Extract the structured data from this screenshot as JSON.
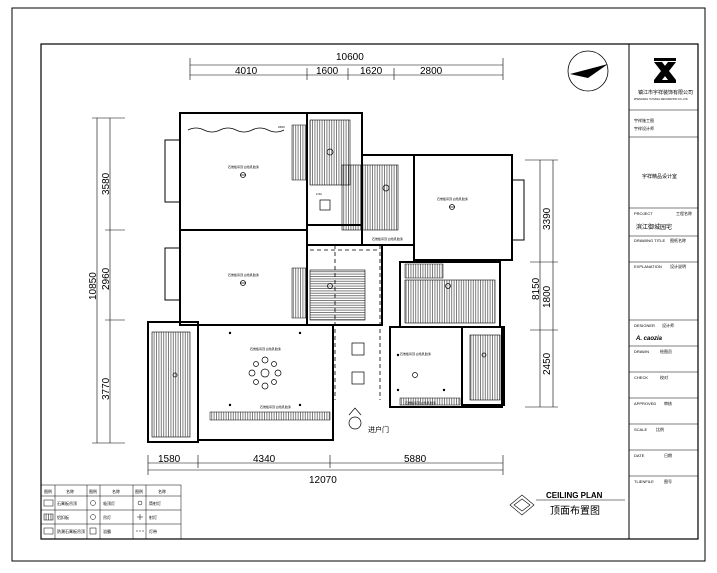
{
  "company": {
    "name": "镇江市宇祥装饰有限公司",
    "subtitle": "ZHENJIANG YUXIANG DECORATION CO.,LTD."
  },
  "plan_title": {
    "en": "CEILING PLAN",
    "cn": "顶面布置图"
  },
  "entrance_label": "进户门",
  "dimensions_top": {
    "overall": "10600",
    "segments": [
      "4010",
      "1600",
      "1620",
      "2800"
    ]
  },
  "dimensions_bottom": {
    "overall": "12070",
    "segments": [
      "1580",
      "4340",
      "5880"
    ]
  },
  "dimensions_left": {
    "overall": "10850",
    "segments": [
      "3580",
      "2960",
      "3770"
    ]
  },
  "dimensions_right": {
    "overall": "8150",
    "segments": [
      "3390",
      "1800",
      "2450"
    ]
  },
  "title_block": {
    "header_lines": [
      "宇祥施工图  ",
      "宇祥设计师"
    ],
    "designer_studio": "宇祥精品设计室",
    "project_label": "PROJECT",
    "project_value": "工程名称",
    "project_name": "滨江御城园宅",
    "drawing_title_label": "DRAWING TITLE",
    "drawing_title_value": "图纸名称",
    "explanation_label": "EXPLANATION",
    "explanation_value": "设计说明",
    "designer_label": "DESIGNER",
    "designer_value": "设计师",
    "designer_signature": "A. caozia",
    "drawn_label": "DRAWN",
    "drawn_value": "绘图员",
    "check_label": "CHECK",
    "check_value": "校对",
    "approved_label": "APPROVED",
    "approved_value": "审核",
    "scale_label": "SCALE",
    "scale_value": "比例",
    "date_label": "DATE",
    "date_value": "日期",
    "titlefile_label": "TLIENFILE",
    "titlefile_value": "图号"
  },
  "legend": {
    "headers": [
      "图例",
      "名称",
      "图例",
      "名称",
      "图例",
      "名称"
    ],
    "rows": [
      [
        "",
        "石膏板吊顶",
        "",
        "吸顶灯",
        "",
        "筒射灯"
      ],
      [
        "",
        "铝扣板",
        "",
        "吊灯",
        "",
        "射灯"
      ],
      [
        "",
        "防潮石膏板吊顶",
        "",
        "浴霸",
        "",
        "灯带"
      ]
    ]
  },
  "room_notes": {
    "ceiling_note": "石膏板吊顶 白色乳胶漆",
    "elevation_note": "2600",
    "small_note": "2.62"
  },
  "colors": {
    "line": "#000000",
    "paper": "#ffffff"
  }
}
